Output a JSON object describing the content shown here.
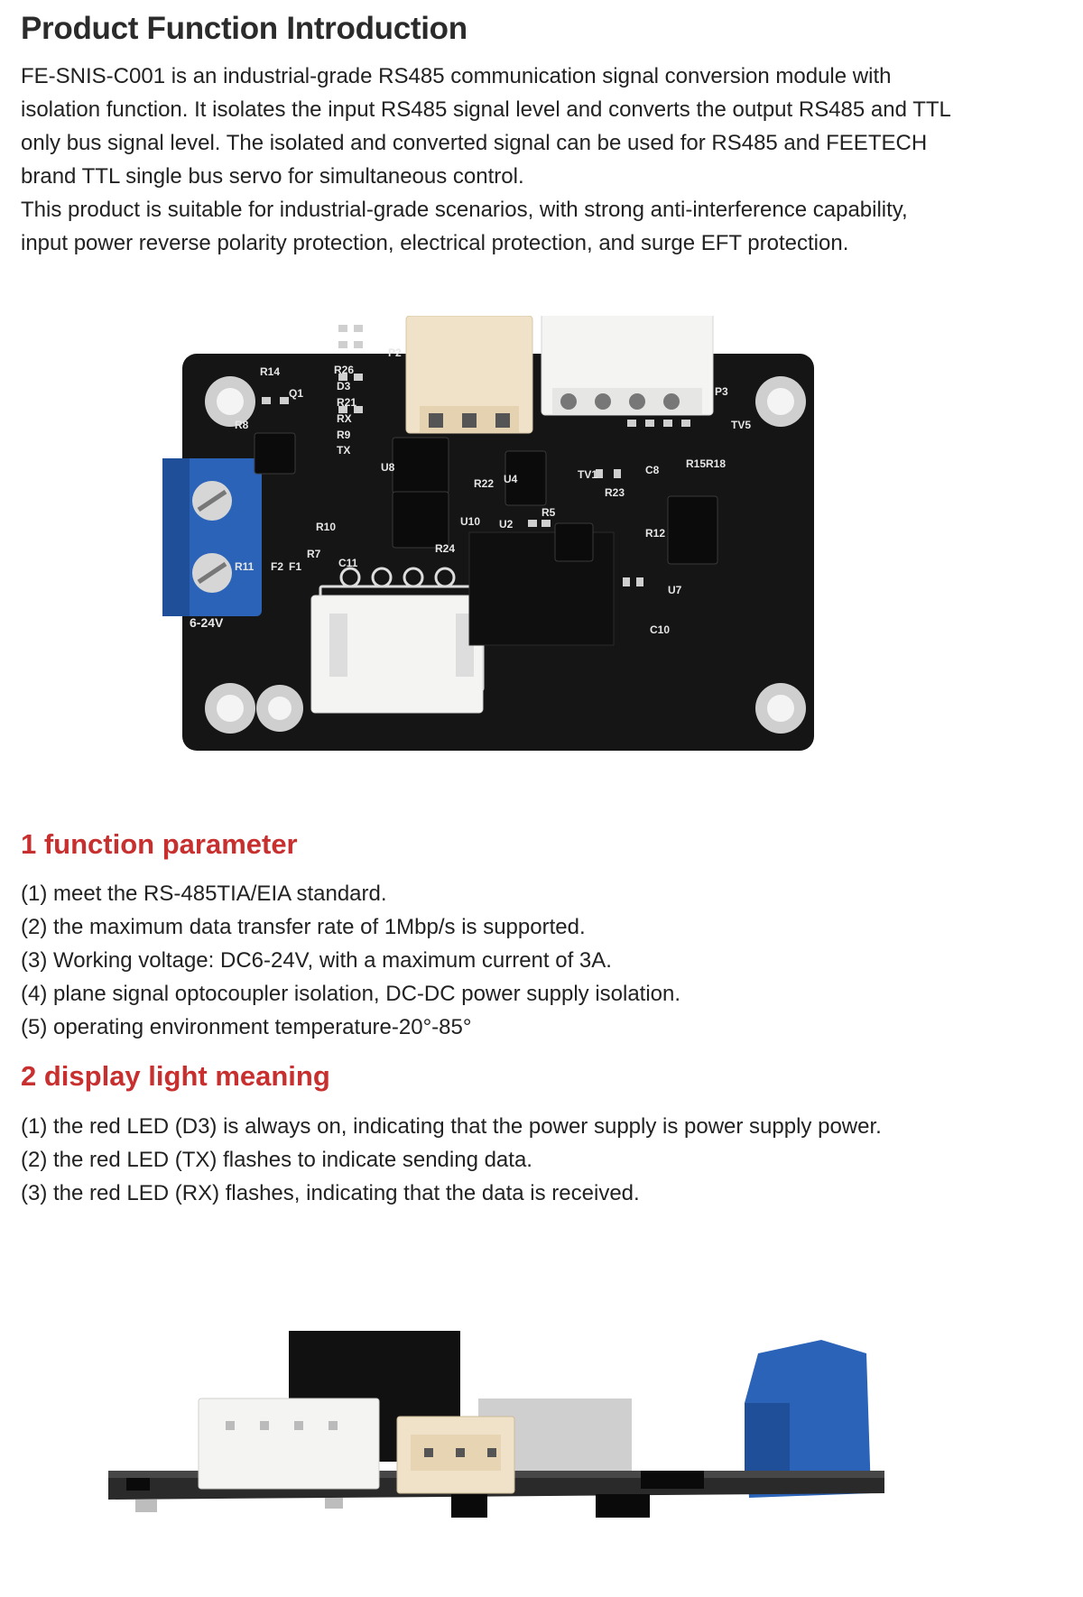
{
  "title": "Product Function Introduction",
  "intro_lines": [
    "FE-SNIS-C001 is an industrial-grade RS485 communication signal conversion module with",
    "isolation function. It isolates the input RS485 signal level and converts the output RS485 and TTL",
    "only bus signal level. The isolated and converted signal can be used for RS485 and FEETECH",
    "brand TTL single bus servo for simultaneous control.",
    "This product is suitable for industrial-grade scenarios, with strong anti-interference capability,",
    "input power reverse polarity protection, electrical protection, and surge EFT protection."
  ],
  "section1": {
    "heading": "1 function parameter",
    "items": [
      "(1) meet the RS-485TIA/EIA standard.",
      "(2) the maximum data transfer rate of 1Mbp/s is supported.",
      "(3) Working voltage: DC6-24V, with a maximum current of 3A.",
      "(4) plane signal optocoupler isolation, DC-DC power supply isolation.",
      "(5) operating environment temperature-20°-85°"
    ]
  },
  "section2": {
    "heading": "2 display light meaning",
    "items": [
      "(1) the red LED (D3) is always on, indicating that the power supply is power supply power.",
      "(2) the red LED (TX) flashes to indicate sending data.",
      "(3) the red LED (RX) flashes, indicating that the data is received."
    ]
  },
  "board_silkscreen": {
    "r14": "R14",
    "r26": "R26",
    "d3": "D3",
    "r21": "R21",
    "rx": "RX",
    "r9": "R9",
    "tx": "TX",
    "q1": "Q1",
    "r8": "R8",
    "r7": "R7",
    "r10": "R10",
    "r11": "R11",
    "f2": "F2",
    "f1": "F1",
    "u8": "U8",
    "u10": "U10",
    "u2": "U2",
    "u4": "U4",
    "r22": "R22",
    "r23": "R23",
    "r24": "R24",
    "r5": "R5",
    "r12": "R12",
    "c8": "C8",
    "c10": "C10",
    "u7": "U7",
    "tv1": "TV1",
    "tv5": "TV5",
    "p2": "P2",
    "p3": "P3",
    "r15r18": "R15R18",
    "c11": "C11",
    "voltage": "6-24V"
  },
  "colors": {
    "heading_red": "#c8302f",
    "pcb_black": "#151515",
    "terminal_blue": "#2a63b8",
    "connector_white": "#f4f4f2",
    "connector_beige": "#f0e2c8"
  }
}
